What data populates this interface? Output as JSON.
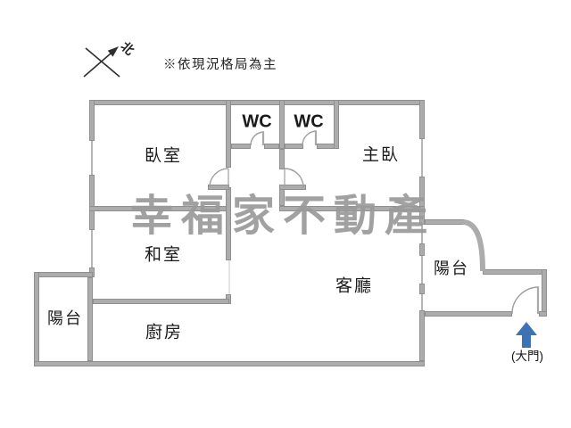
{
  "note": "※依現況格局為主",
  "compass": {
    "label": "北"
  },
  "watermark": "幸福家不動產",
  "rooms": {
    "bedroom": "臥室",
    "wc1": "WC",
    "wc2": "WC",
    "master": "主臥",
    "tatami": "和室",
    "living": "客廳",
    "kitchen": "廚房",
    "balcony_left": "陽台",
    "balcony_right": "陽台"
  },
  "entrance": {
    "label": "(大門)"
  },
  "colors": {
    "wall": "#ACACAC",
    "wall_edge": "#8F8F8F",
    "door_arc": "#9E9E9E",
    "window": "#B6B6B6",
    "watermark": "#9A9A9A",
    "text": "#1A1A1A",
    "entry_arrow": "#3D72B4",
    "background": "#FFFFFF"
  }
}
